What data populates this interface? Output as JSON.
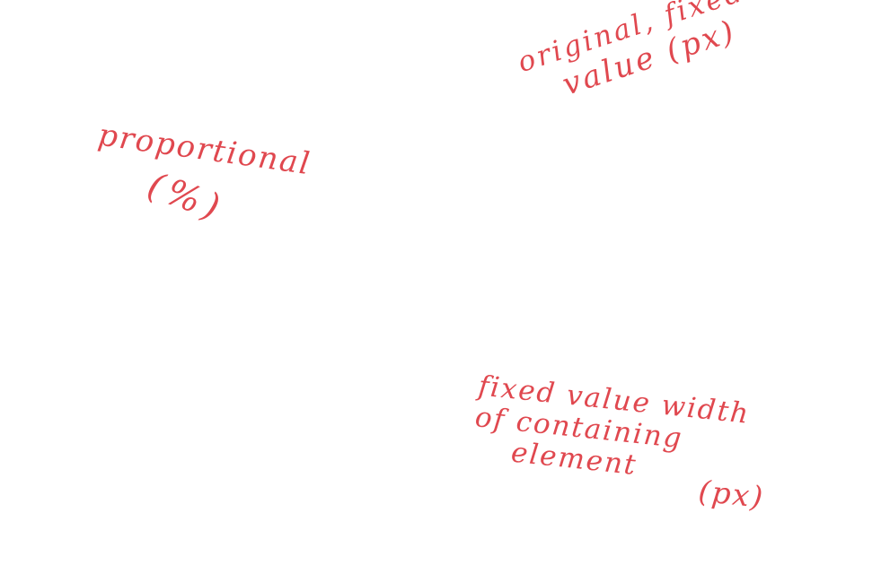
{
  "annotations": {
    "proportional": {
      "line1": "proportional",
      "line2": "(%)"
    },
    "original_fixed": {
      "line1": "original, fixed",
      "line2": "value (px)"
    },
    "fixed_container": {
      "line1": "fixed value width",
      "line2": "of containing",
      "line3": "element",
      "line4": "(px)"
    }
  },
  "colors": {
    "ink": "#e0484f",
    "background": "#ffffff"
  }
}
